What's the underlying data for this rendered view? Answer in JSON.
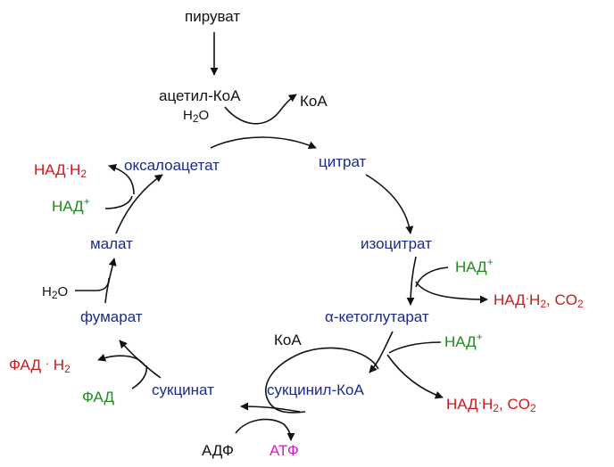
{
  "pathway": {
    "start": "пируват",
    "acetyl_coa": "ацетил-КоА",
    "water": "H",
    "water_sub": "2",
    "water_tail": "O",
    "coa": "КоА",
    "citrate": "цитрат",
    "isocitrate": "изоцитрат",
    "alpha_ketoglutarate": "α-кетоглутарат",
    "succinyl_coa": "сукцинил-КоА",
    "succinate": "сукцинат",
    "fumarate": "фумарат",
    "malate": "малат",
    "oxaloacetate": "оксалоацетат"
  },
  "cofactors": {
    "nad": "НАД",
    "nad_plus": "+",
    "nadh_prefix": "НАД",
    "nadh_h": "H",
    "nadh_sub": "2",
    "co2": ", CO",
    "co2_sub": "2",
    "fad": "ФАД",
    "fadh_prefix": "ФАД",
    "fadh_h": "H",
    "fadh_sub": "2",
    "adp": "АДФ",
    "atp": "АТФ",
    "dot": "·"
  },
  "colors": {
    "metabolite": "#1c2a8a",
    "reduced_cofactor": "#d01818",
    "oxidized_cofactor": "#1f8a22",
    "atp": "#d41cc8",
    "arrows": "#111111"
  }
}
